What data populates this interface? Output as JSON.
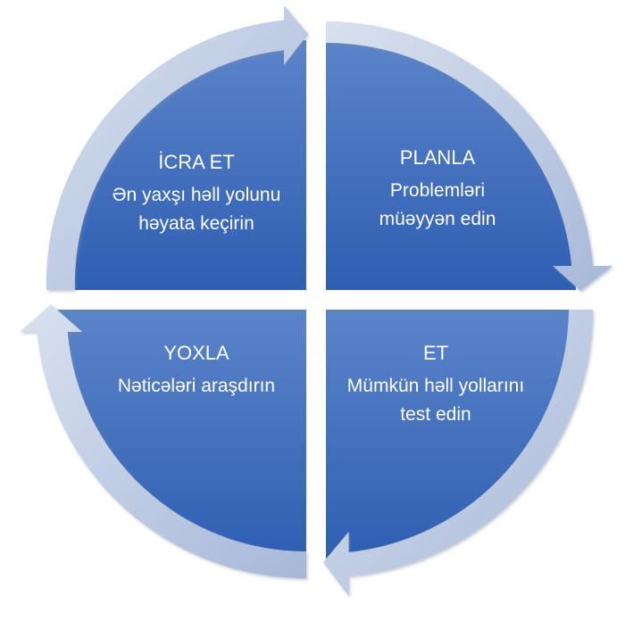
{
  "diagram": {
    "colors": {
      "quadrant_light": "#5b84c9",
      "quadrant_dark": "#2f5eb2",
      "arrow_light": "#d9e1ef",
      "arrow_dark": "#a7b8d8",
      "text": "#ffffff"
    },
    "quadrants": [
      {
        "position": "top-left",
        "title": "İCRA ET",
        "description": "Ən yaxşı həll yolunu həyata keçirin"
      },
      {
        "position": "top-right",
        "title": "PLANLA",
        "description": "Problemləri müəyyən edin"
      },
      {
        "position": "bottom-left",
        "title": "YOXLA",
        "description": "Nəticələri araşdırın"
      },
      {
        "position": "bottom-right",
        "title": "ET",
        "description": "Mümkün həll yollarını test edin"
      }
    ],
    "arrows": [
      {
        "name": "arrow-top-left",
        "direction": "clockwise"
      },
      {
        "name": "arrow-top-right",
        "direction": "clockwise"
      },
      {
        "name": "arrow-bottom-right",
        "direction": "clockwise"
      },
      {
        "name": "arrow-bottom-left",
        "direction": "clockwise"
      }
    ]
  }
}
